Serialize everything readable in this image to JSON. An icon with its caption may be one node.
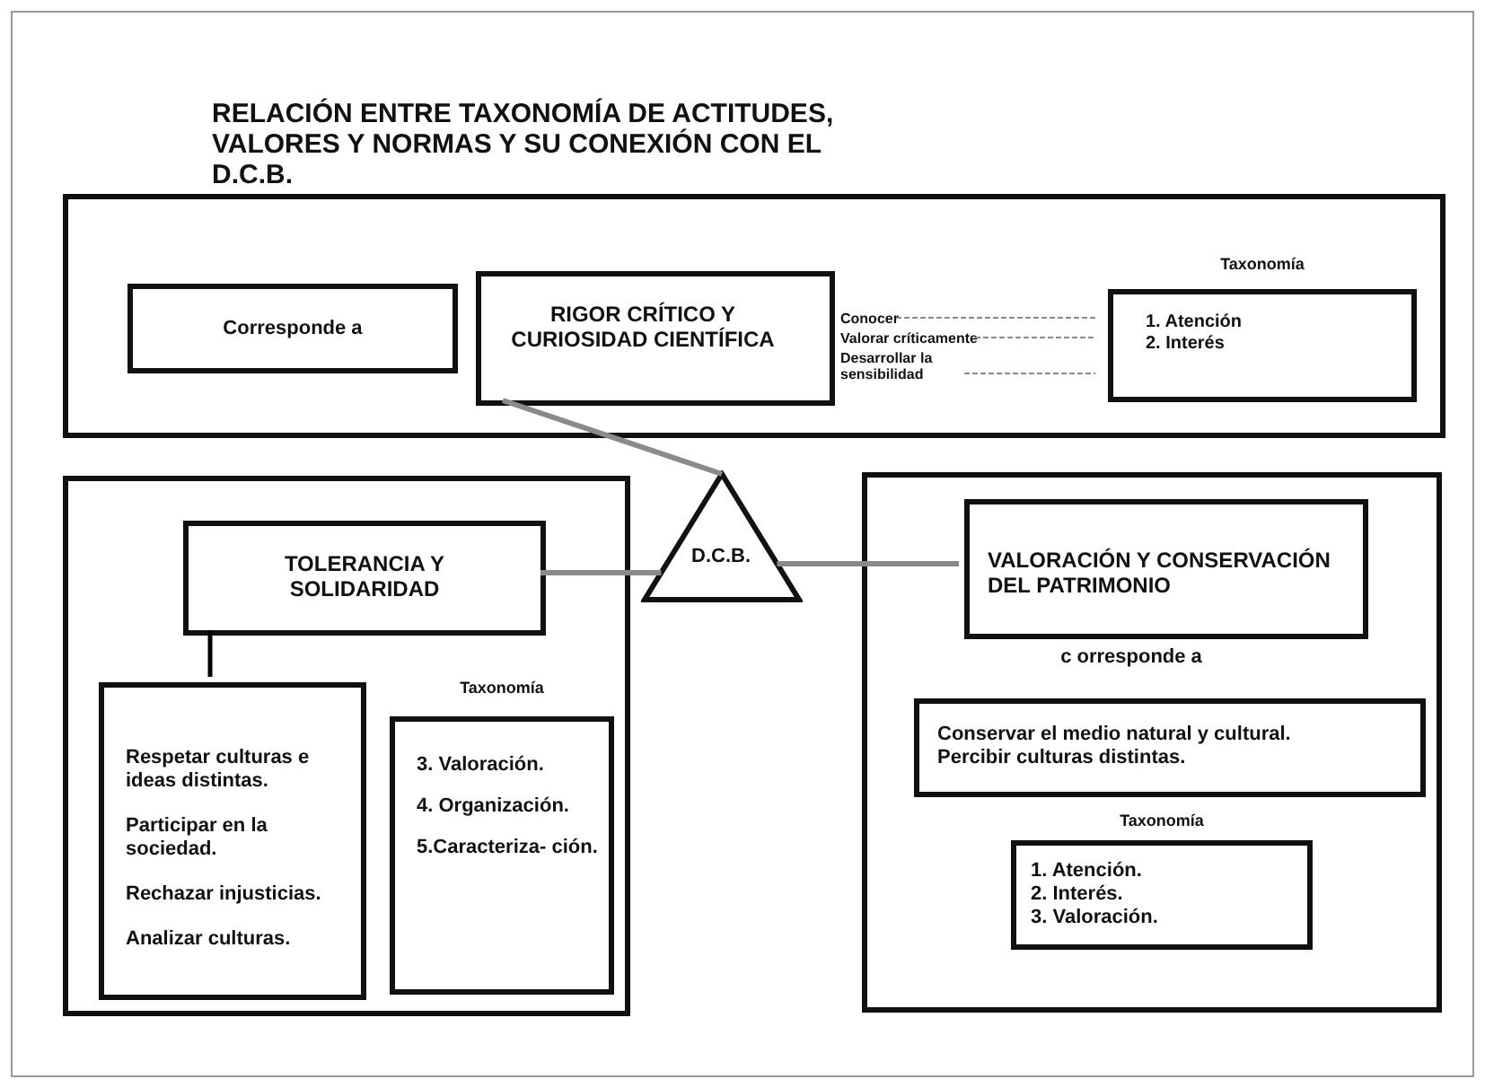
{
  "diagram": {
    "title": "RELACIÓN ENTRE TAXONOMÍA DE ACTITUDES, VALORES Y NORMAS Y SU CONEXIÓN CON EL D.C.B.",
    "nodes": [
      {
        "text": [],
        "shape": "box"
      },
      {
        "text": [
          "Corresponde a"
        ],
        "in": 0
      },
      {
        "text": [
          "RIGOR CRÍTICO Y CURIOSIDAD CIENTÍFICA"
        ],
        "in": 0
      },
      {
        "text": [
          "Taxonomía",
          "1. Atención",
          "2. Interés"
        ],
        "in": 0
      },
      {
        "text": [
          "D.C.B."
        ]
      },
      {
        "text": [],
        "shape": "box"
      },
      {
        "text": [
          "TOLERANCIA Y SOLIDARIDAD"
        ],
        "in": 5
      },
      {
        "text": [
          "Respetar culturas e ideas distintas.",
          "Participar en la sociedad.",
          "Rechazar injusticias.",
          "Analizar culturas."
        ],
        "in": 5
      },
      {
        "text": [
          "Taxonomía",
          "3. Valoración.",
          "4. Organización.",
          "5.Caracteriza- ción."
        ],
        "in": 5
      },
      {
        "text": [],
        "shape": "box"
      },
      {
        "text": [
          "VALORACIÓN Y CONSERVACIÓN DEL PATRIMONIO"
        ],
        "in": 9
      },
      {
        "text": [
          "Conservar el medio natural y cultural.",
          "Percibir culturas distintas."
        ],
        "in": 9
      },
      {
        "text": [
          "Taxonomía",
          "1. Atención.",
          "2. Interés.",
          "3. Valoración."
        ],
        "in": 9
      },
      {
        "text": [
          "Conocer"
        ],
        "in": 0
      },
      {
        "text": [
          "Valorar críticamente"
        ],
        "in": 0
      },
      {
        "text": [
          "Desarrollar la sensibilidad"
        ],
        "in": 0
      }
    ],
    "edges": [
      {
        "from": 2,
        "to": 4,
        "arrow": "none"
      },
      {
        "from": 6,
        "to": 4,
        "arrow": "none"
      },
      {
        "from": 10,
        "to": 4,
        "arrow": "none"
      },
      {
        "from": 6,
        "to": 7,
        "arrow": "none",
        "color": "#000000"
      },
      {
        "from": 13,
        "to": 3,
        "arrow": "none",
        "style": "dashed"
      },
      {
        "from": 14,
        "to": 3,
        "arrow": "none",
        "style": "dashed"
      },
      {
        "from": 15,
        "to": 3,
        "arrow": "none",
        "style": "dashed"
      }
    ],
    "labels": [
      "c orresponde a"
    ]
  }
}
